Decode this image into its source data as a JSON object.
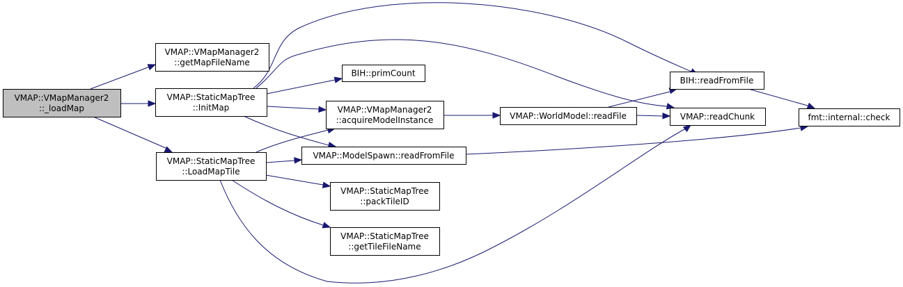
{
  "diagram": {
    "type": "call-graph",
    "edge_color": "#191970",
    "root_fill": "#bfbfbf",
    "node_fill": "#ffffff",
    "nodes": [
      {
        "id": "loadMap",
        "lines": [
          "VMAP::VMapManager2",
          "::_loadMap"
        ],
        "root": true
      },
      {
        "id": "getMapFileName",
        "lines": [
          "VMAP::VMapManager2",
          "::getMapFileName"
        ]
      },
      {
        "id": "initMap",
        "lines": [
          "VMAP::StaticMapTree",
          "::InitMap"
        ]
      },
      {
        "id": "loadMapTile",
        "lines": [
          "VMAP::StaticMapTree",
          "::LoadMapTile"
        ]
      },
      {
        "id": "primCount",
        "lines": [
          "BIH::primCount"
        ]
      },
      {
        "id": "acquireModelInstance",
        "lines": [
          "VMAP::VMapManager2",
          "::acquireModelInstance"
        ]
      },
      {
        "id": "modelSpawnReadFromFile",
        "lines": [
          "VMAP::ModelSpawn::readFromFile"
        ]
      },
      {
        "id": "packTileID",
        "lines": [
          "VMAP::StaticMapTree",
          "::packTileID"
        ]
      },
      {
        "id": "getTileFileName",
        "lines": [
          "VMAP::StaticMapTree",
          "::getTileFileName"
        ]
      },
      {
        "id": "worldModelReadFile",
        "lines": [
          "VMAP::WorldModel::readFile"
        ]
      },
      {
        "id": "bihReadFromFile",
        "lines": [
          "BIH::readFromFile"
        ]
      },
      {
        "id": "readChunk",
        "lines": [
          "VMAP::readChunk"
        ]
      },
      {
        "id": "fmtCheck",
        "lines": [
          "fmt::internal::check"
        ]
      }
    ],
    "edges": [
      {
        "from": "loadMap",
        "to": "getMapFileName"
      },
      {
        "from": "loadMap",
        "to": "initMap"
      },
      {
        "from": "loadMap",
        "to": "loadMapTile"
      },
      {
        "from": "initMap",
        "to": "bihReadFromFile"
      },
      {
        "from": "initMap",
        "to": "readChunk"
      },
      {
        "from": "initMap",
        "to": "primCount"
      },
      {
        "from": "initMap",
        "to": "acquireModelInstance"
      },
      {
        "from": "initMap",
        "to": "modelSpawnReadFromFile"
      },
      {
        "from": "loadMapTile",
        "to": "acquireModelInstance"
      },
      {
        "from": "loadMapTile",
        "to": "modelSpawnReadFromFile"
      },
      {
        "from": "loadMapTile",
        "to": "packTileID"
      },
      {
        "from": "loadMapTile",
        "to": "getTileFileName"
      },
      {
        "from": "loadMapTile",
        "to": "readChunk"
      },
      {
        "from": "acquireModelInstance",
        "to": "worldModelReadFile"
      },
      {
        "from": "worldModelReadFile",
        "to": "bihReadFromFile"
      },
      {
        "from": "worldModelReadFile",
        "to": "readChunk"
      },
      {
        "from": "modelSpawnReadFromFile",
        "to": "fmtCheck"
      },
      {
        "from": "bihReadFromFile",
        "to": "fmtCheck"
      }
    ]
  }
}
